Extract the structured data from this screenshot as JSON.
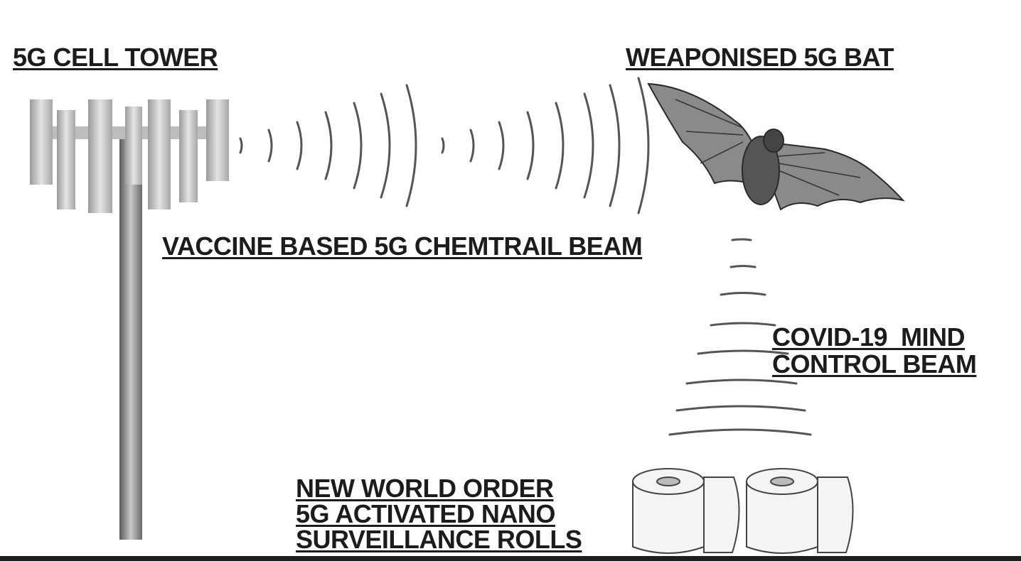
{
  "labels": {
    "tower": "5G CELL TOWER",
    "bat": "WEAPONISED 5G BAT",
    "vaccine_beam": "VACCINE BASED 5G CHEMTRAIL BEAM",
    "covid_beam_line1": "COVID-19  MIND",
    "covid_beam_line2": "CONTROL BEAM",
    "rolls_line1": "NEW WORLD ORDER",
    "rolls_line2": "5G ACTIVATED NANO",
    "rolls_line3": "SURVEILLANCE ROLLS"
  },
  "icons": {
    "tower": "cell-tower-icon",
    "bat": "bat-icon",
    "rolls": "toilet-paper-roll-icon"
  },
  "colors": {
    "text": "#1c1c1c",
    "arc": "#555555",
    "background": "#ffffff"
  }
}
